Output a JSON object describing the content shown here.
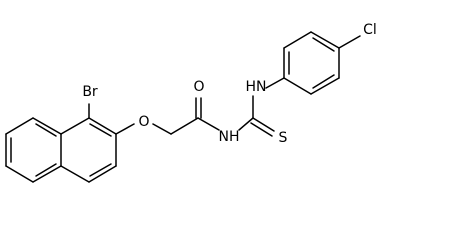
{
  "structure": {
    "atoms": {
      "br": "Br",
      "o_ether": "O",
      "o_carbonyl": "O",
      "nh_amide": "NH",
      "nh_aryl": "HN",
      "s": "S",
      "cl": "Cl"
    }
  },
  "colors": {
    "ink": "#000000",
    "background": "#ffffff"
  }
}
